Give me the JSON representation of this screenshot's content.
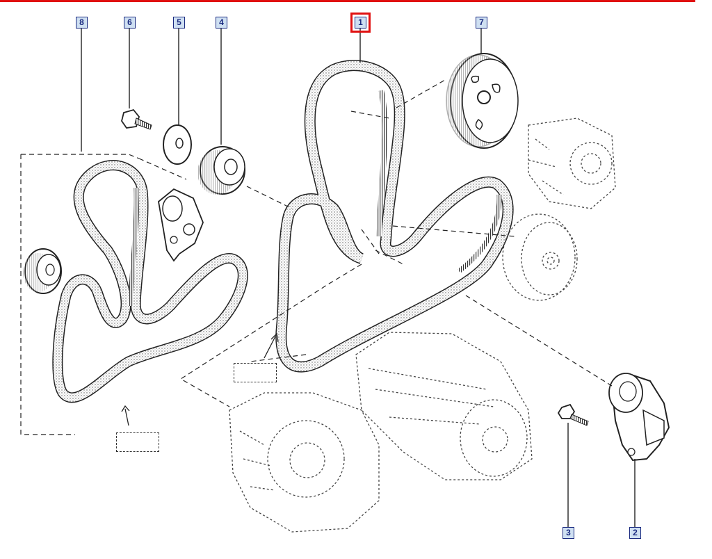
{
  "colors": {
    "highlight": "#e01010",
    "callout_fill": "#cfe0f2",
    "callout_border": "#1a2a80",
    "line": "#222222"
  },
  "callouts": {
    "c1": "1",
    "c2": "2",
    "c3": "3",
    "c4": "4",
    "c5": "5",
    "c6": "6",
    "c7": "7",
    "c8": "8"
  },
  "selected_callout": "1"
}
